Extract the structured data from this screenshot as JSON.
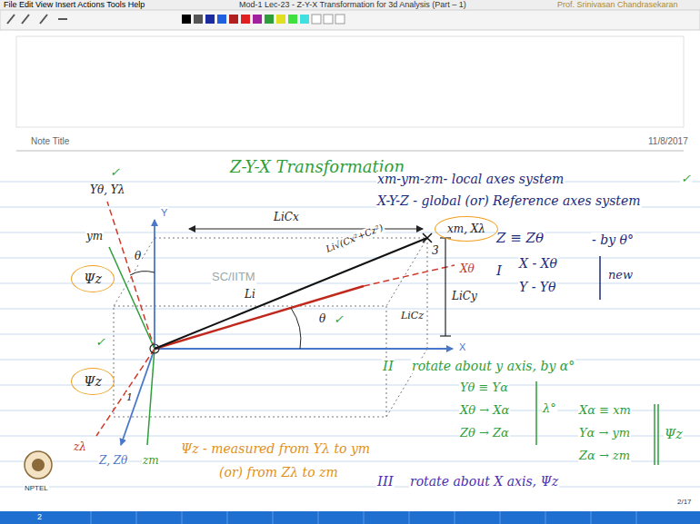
{
  "diagram": {
    "title": "Z-Y-X Transformation",
    "nodes": [
      {
        "text": [
          "xm, Xλ"
        ]
      },
      {
        "text": [
          "Ψz"
        ]
      },
      {
        "text": [
          "Ψz"
        ]
      }
    ],
    "labels": [
      "File Edit View Insert Actions Tools Help",
      "Mod-1 Lec-23 - Z-Y-X Transformation for 3d Analysis (Part – 1)",
      "Prof. Srinivasan Chandrasekaran",
      "Note Title",
      "11/8/2017",
      "xm-ym-zm- local axes system",
      "X-Y-Z - global (or) Reference axes system",
      "Z ≡ Zθ",
      "- by θ°",
      "I",
      "X - Xθ",
      "Y - Yθ",
      "new",
      "II",
      "rotate about y axis, by α°",
      "Yθ ≡ Yα",
      "Xθ → Xα",
      "Zθ → Zα",
      "λ°",
      "Xα ≡ xm",
      "Yα → ym",
      "Zα → zm",
      "Ψz",
      "III",
      "rotate about X axis, Ψz",
      "Ψz - measured from Yλ to ym",
      "(or) from Zλ to zm",
      "Yθ, Yλ",
      "ym",
      "θ",
      "Y",
      "LiCx",
      "Xθ",
      "Li√(Cx²+Cz²)",
      "LiCz",
      "3",
      "LiCy",
      "θ",
      "Li",
      "X",
      "1",
      "zλ",
      "Z, Zθ",
      "zm",
      "SC/IITM",
      "NPTEL",
      "2/17",
      "2",
      "✓",
      "✓",
      "✓",
      "✓"
    ]
  }
}
